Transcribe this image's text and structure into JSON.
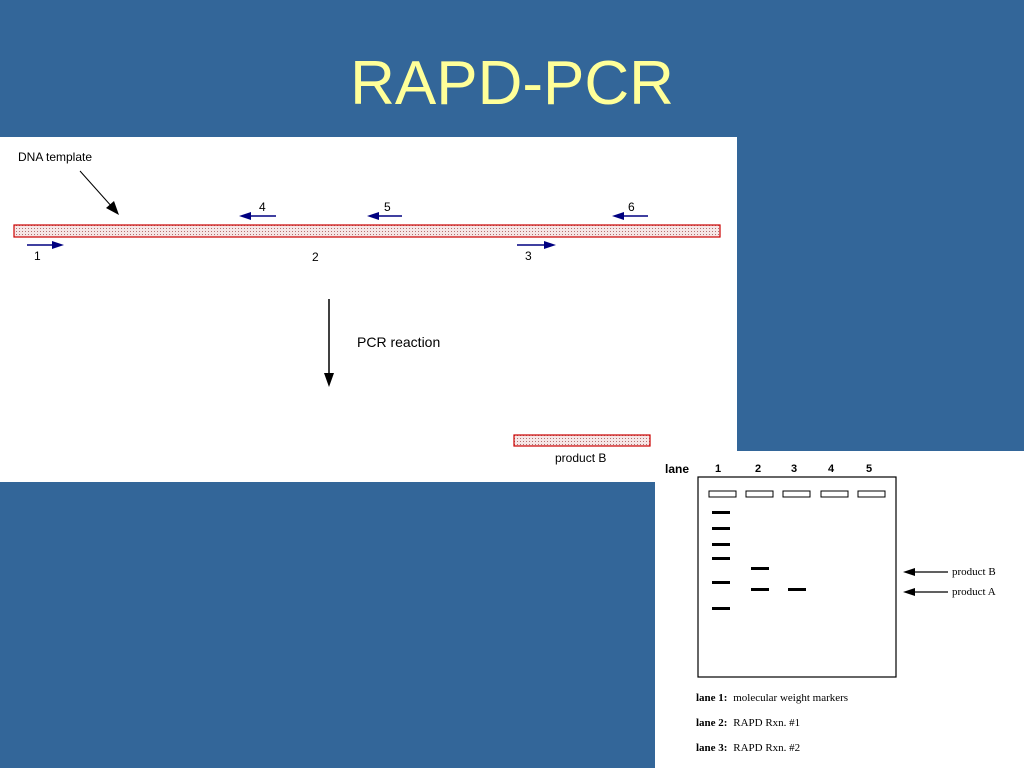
{
  "title": "RAPD-PCR",
  "colors": {
    "background": "#336699",
    "title": "#FFFF99",
    "template_border": "#CC0000",
    "primer": "#000080"
  },
  "pcr_diagram": {
    "template_label": "DNA template",
    "primer_labels": [
      "1",
      "4",
      "5",
      "6",
      "3"
    ],
    "site_label": "2",
    "reaction_label": "PCR reaction",
    "product_label": "product B"
  },
  "gel": {
    "lane_header": "lane",
    "lane_numbers": [
      "1",
      "2",
      "3",
      "4",
      "5"
    ],
    "band_labels": {
      "product_b": "product B",
      "product_a": "product A"
    },
    "legend": [
      {
        "key": "lane 1:",
        "text": "molecular weight markers"
      },
      {
        "key": "lane 2:",
        "text": "RAPD Rxn. #1"
      },
      {
        "key": "lane 3:",
        "text": "RAPD Rxn. #2"
      }
    ]
  }
}
